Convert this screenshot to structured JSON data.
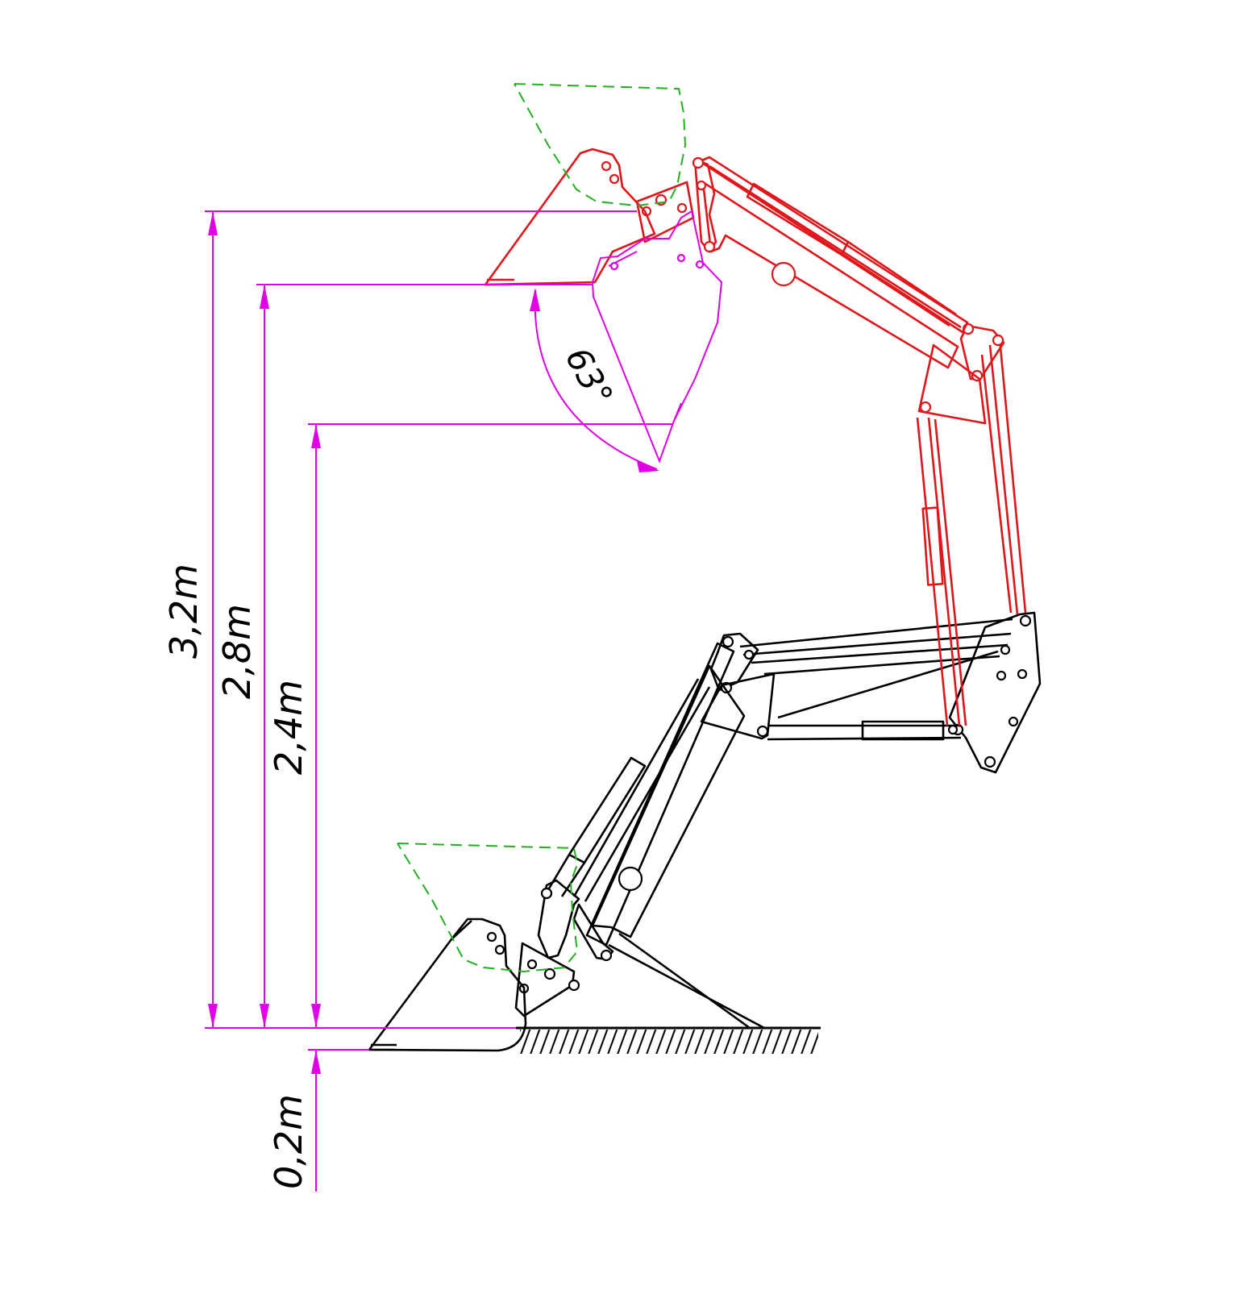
{
  "dimensions": {
    "max_height": "3,2m",
    "dump_height": "2,8m",
    "dump_clearance": "2,4m",
    "dig_depth": "0,2m"
  },
  "dump_angle": "63°",
  "colors": {
    "lowered_position": "#000000",
    "raised_position": "#e0161b",
    "bucket_outline": "#22b022",
    "dimension_lines": "#e100e6"
  }
}
